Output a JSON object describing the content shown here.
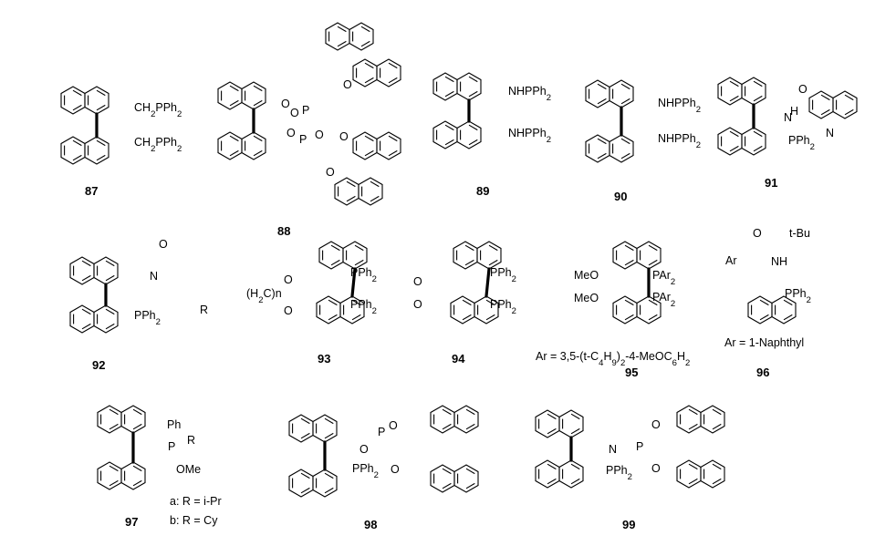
{
  "compounds": [
    {
      "number": "87",
      "labels": [
        "CH2PPh2",
        "CH2PPh2"
      ]
    },
    {
      "number": "88",
      "labels": [
        "O",
        "P",
        "O",
        "O",
        "O",
        "P",
        "O",
        "O",
        "O"
      ]
    },
    {
      "number": "89",
      "labels": [
        "NHPPh2",
        "NHPPh2"
      ]
    },
    {
      "number": "90",
      "labels": [
        "NHPPh2",
        "NHPPh2"
      ]
    },
    {
      "number": "91",
      "labels": [
        "N",
        "H",
        "O",
        "N",
        "PPh2"
      ]
    },
    {
      "number": "92",
      "labels": [
        "O",
        "N",
        "R",
        "PPh2"
      ]
    },
    {
      "number": "93",
      "labels": [
        "(H2C)n",
        "O",
        "O",
        "PPh2",
        "PPh2"
      ]
    },
    {
      "number": "94",
      "labels": [
        "O",
        "O",
        "PPh2",
        "PPh2"
      ]
    },
    {
      "number": "95",
      "labels": [
        "MeO",
        "MeO",
        "PAr2",
        "PAr2"
      ],
      "caption": "Ar = 3,5-(t-C4H9)2-4-MeOC6H2"
    },
    {
      "number": "96",
      "labels": [
        "O",
        "t-Bu",
        "Ar",
        "NH",
        "PPh2"
      ],
      "caption": "Ar = 1-Naphthyl"
    },
    {
      "number": "97",
      "labels": [
        "Ph",
        "P",
        "R",
        "OMe"
      ],
      "captions": [
        "a: R = i-Pr",
        "b: R = Cy"
      ]
    },
    {
      "number": "98",
      "labels": [
        "O",
        "P",
        "O",
        "O",
        "PPh2"
      ]
    },
    {
      "number": "99",
      "labels": [
        "N",
        "P",
        "O",
        "O",
        "PPh2"
      ]
    }
  ]
}
